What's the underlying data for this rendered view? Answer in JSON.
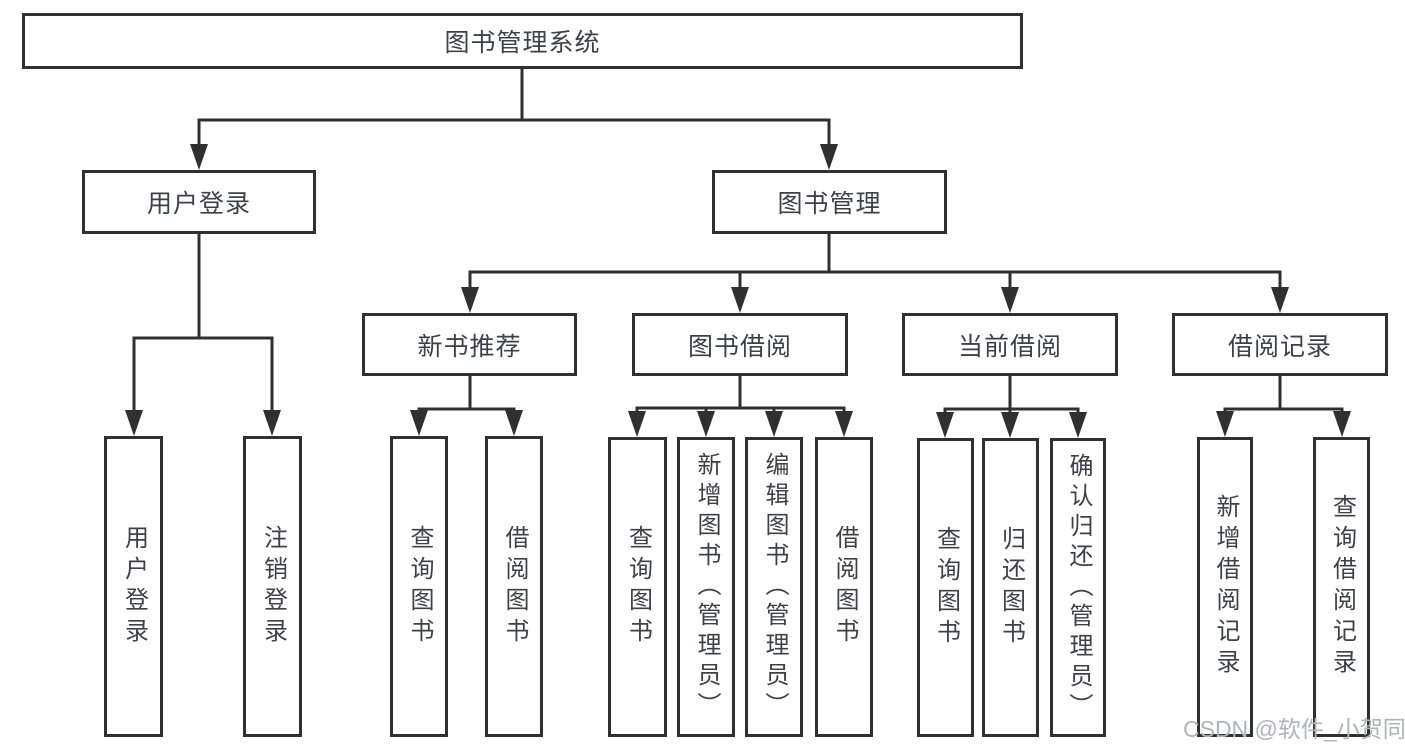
{
  "tree": {
    "root": "图书管理系统",
    "children": [
      {
        "label": "用户登录",
        "children": [
          {
            "label": "用户登录"
          },
          {
            "label": "注销登录"
          }
        ]
      },
      {
        "label": "图书管理",
        "children": [
          {
            "label": "新书推荐",
            "children": [
              {
                "label": "查询图书"
              },
              {
                "label": "借阅图书"
              }
            ]
          },
          {
            "label": "图书借阅",
            "children": [
              {
                "label": "查询图书"
              },
              {
                "label": "新增图书（管理员）"
              },
              {
                "label": "编辑图书（管理员）"
              },
              {
                "label": "借阅图书"
              }
            ]
          },
          {
            "label": "当前借阅",
            "children": [
              {
                "label": "查询图书"
              },
              {
                "label": "归还图书"
              },
              {
                "label": "确认归还（管理员）"
              }
            ]
          },
          {
            "label": "借阅记录",
            "children": [
              {
                "label": "新增借阅记录"
              },
              {
                "label": "查询借阅记录"
              }
            ]
          }
        ]
      }
    ]
  },
  "watermark": "CSDN @软件_小贺同学",
  "colors": {
    "line": "#303030",
    "text": "#3d4249",
    "watermark": "#b0b4ba",
    "background": "#ffffff"
  }
}
